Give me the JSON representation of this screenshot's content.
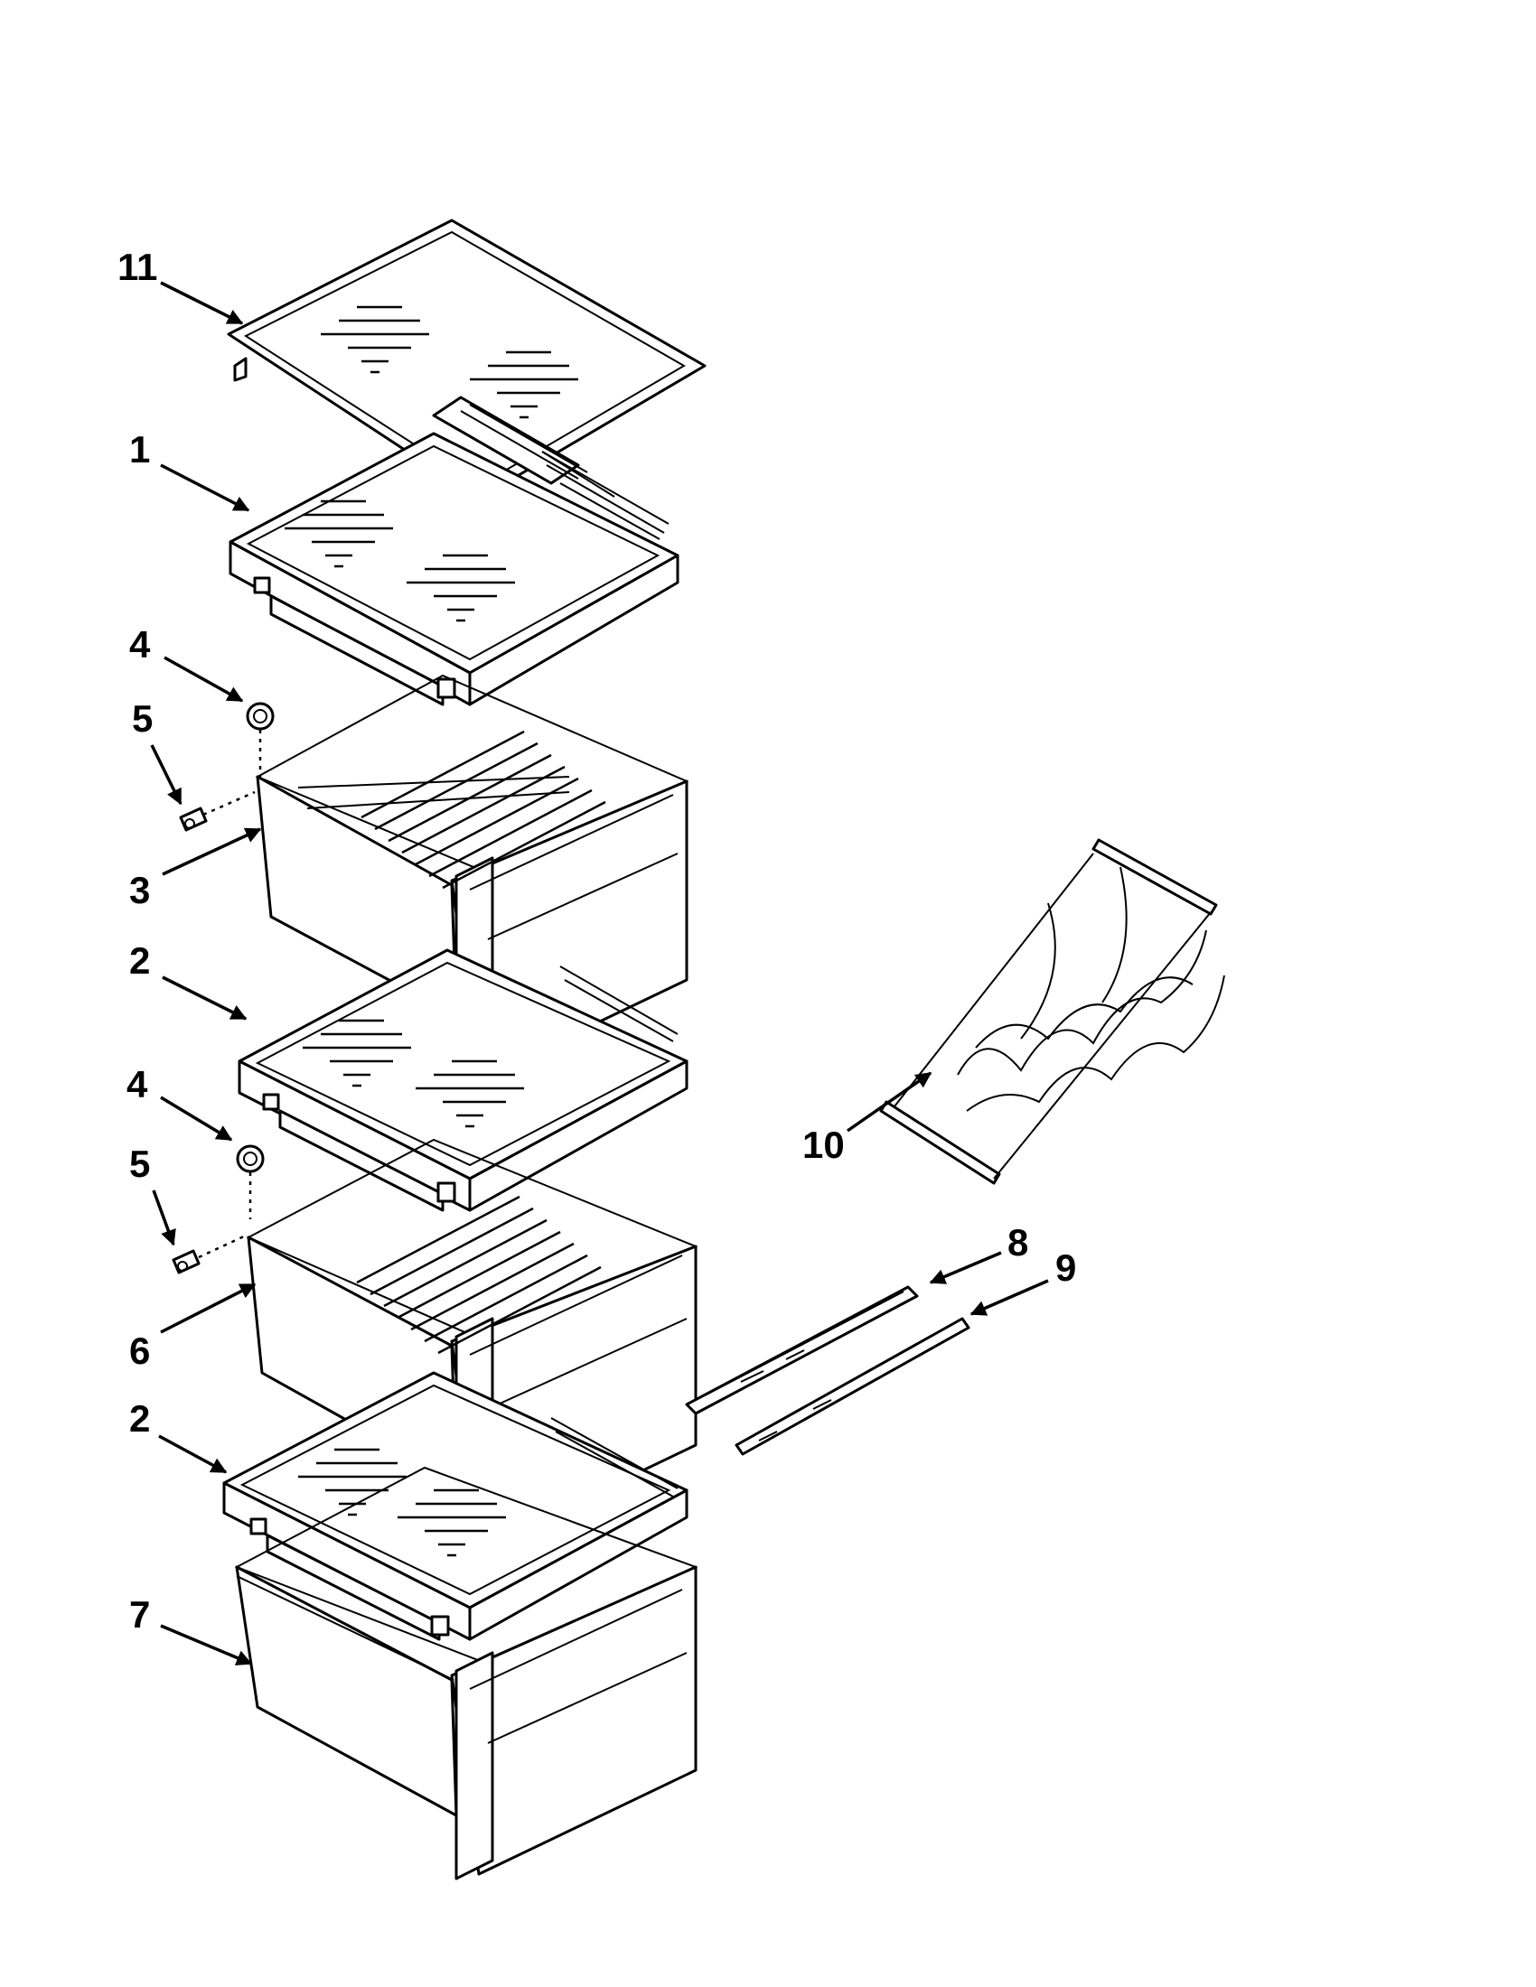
{
  "callouts": [
    "11",
    "1",
    "4",
    "5",
    "3",
    "2",
    "4",
    "5",
    "6",
    "2",
    "7",
    "10",
    "8",
    "9"
  ]
}
